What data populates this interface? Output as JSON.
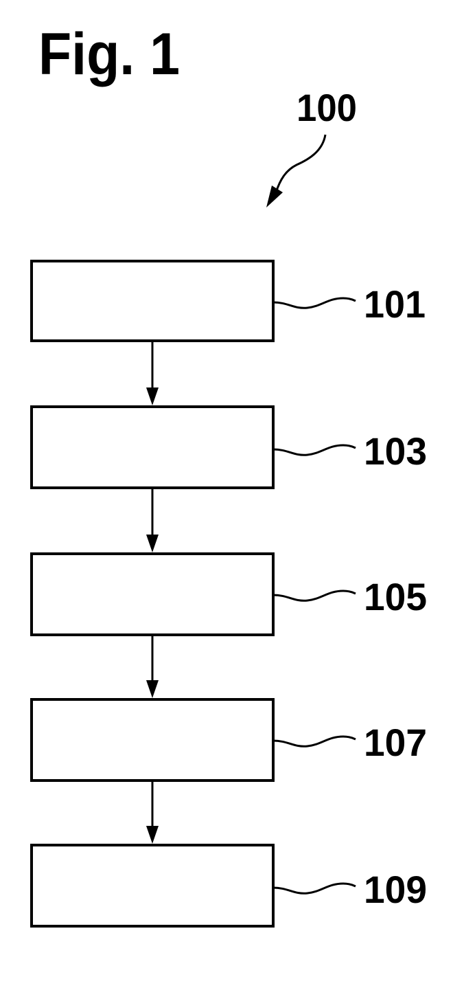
{
  "figure": {
    "title": "Fig. 1",
    "reference": "100"
  },
  "steps": [
    {
      "label": "101"
    },
    {
      "label": "103"
    },
    {
      "label": "105"
    },
    {
      "label": "107"
    },
    {
      "label": "109"
    }
  ],
  "colors": {
    "line": "#000000",
    "background": "#ffffff"
  }
}
